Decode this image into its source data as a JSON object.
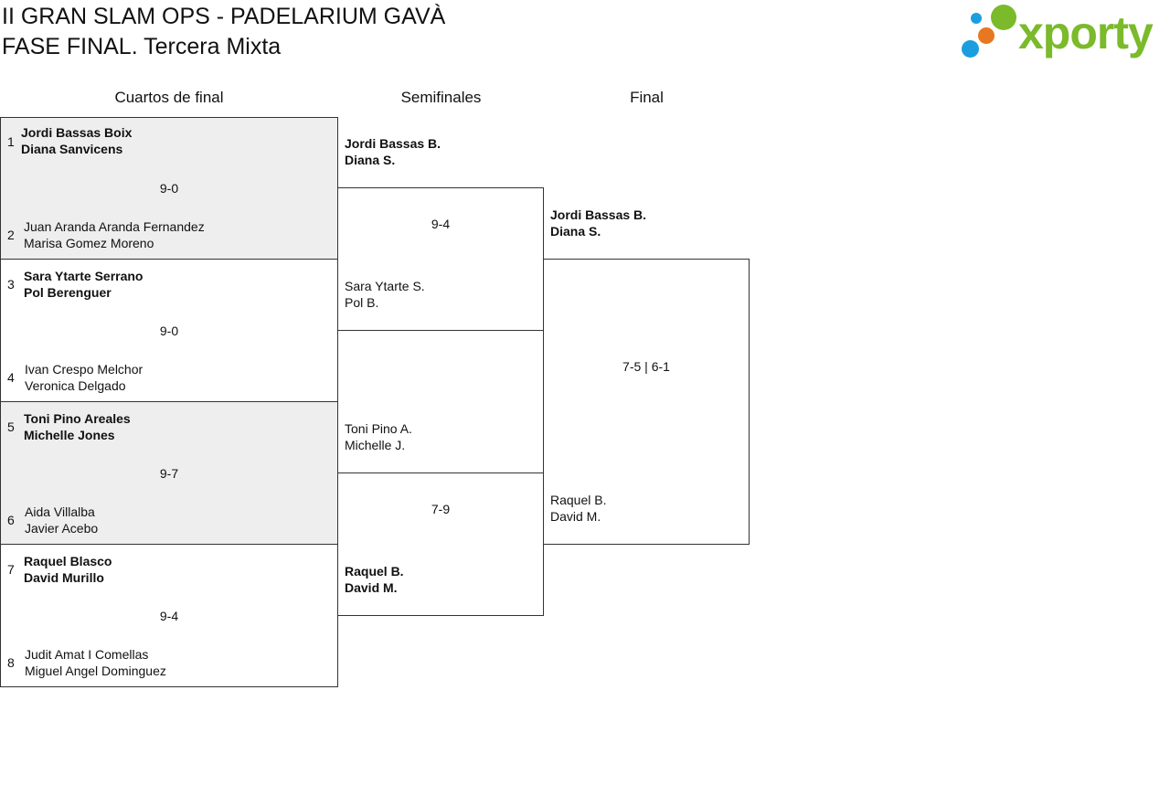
{
  "header": {
    "title_line1": "II GRAN SLAM OPS - PADELARIUM GAVÀ",
    "title_line2": "FASE FINAL. Tercera Mixta"
  },
  "logo": {
    "text": "xporty",
    "colors": {
      "green": "#7bba2b",
      "blue": "#1a9ee0",
      "orange": "#e87722"
    }
  },
  "rounds": {
    "quarterfinals": "Cuartos de final",
    "semifinals": "Semifinales",
    "final": "Final"
  },
  "qf": [
    {
      "score": "9-0",
      "top": {
        "seed": "1",
        "line1": "Jordi Bassas Boix",
        "line2": "Diana Sanvicens"
      },
      "bottom": {
        "seed": "2",
        "line1": "Juan Aranda Aranda Fernandez",
        "line2": "Marisa Gomez Moreno"
      }
    },
    {
      "score": "9-0",
      "top": {
        "seed": "3",
        "line1": "Sara Ytarte Serrano",
        "line2": "Pol Berenguer"
      },
      "bottom": {
        "seed": "4",
        "line1": "Ivan Crespo Melchor",
        "line2": "Veronica Delgado"
      }
    },
    {
      "score": "9-7",
      "top": {
        "seed": "5",
        "line1": "Toni Pino Areales",
        "line2": "Michelle Jones"
      },
      "bottom": {
        "seed": "6",
        "line1": "Aida Villalba",
        "line2": "Javier Acebo"
      }
    },
    {
      "score": "9-4",
      "top": {
        "seed": "7",
        "line1": "Raquel Blasco",
        "line2": "David Murillo"
      },
      "bottom": {
        "seed": "8",
        "line1": "Judit Amat I Comellas",
        "line2": "Miguel Angel Dominguez"
      }
    }
  ],
  "sf": [
    {
      "score": "9-4",
      "top": {
        "line1": "Jordi Bassas B.",
        "line2": "Diana S."
      },
      "bottom": {
        "line1": "Sara Ytarte S.",
        "line2": "Pol B."
      }
    },
    {
      "score": "7-9",
      "top": {
        "line1": "Toni Pino A.",
        "line2": "Michelle J."
      },
      "bottom": {
        "line1": "Raquel B.",
        "line2": "David M."
      }
    }
  ],
  "final": {
    "score": "7-5 | 6-1",
    "top": {
      "line1": "Jordi Bassas B.",
      "line2": "Diana S."
    },
    "bottom": {
      "line1": "Raquel B.",
      "line2": "David M."
    }
  }
}
